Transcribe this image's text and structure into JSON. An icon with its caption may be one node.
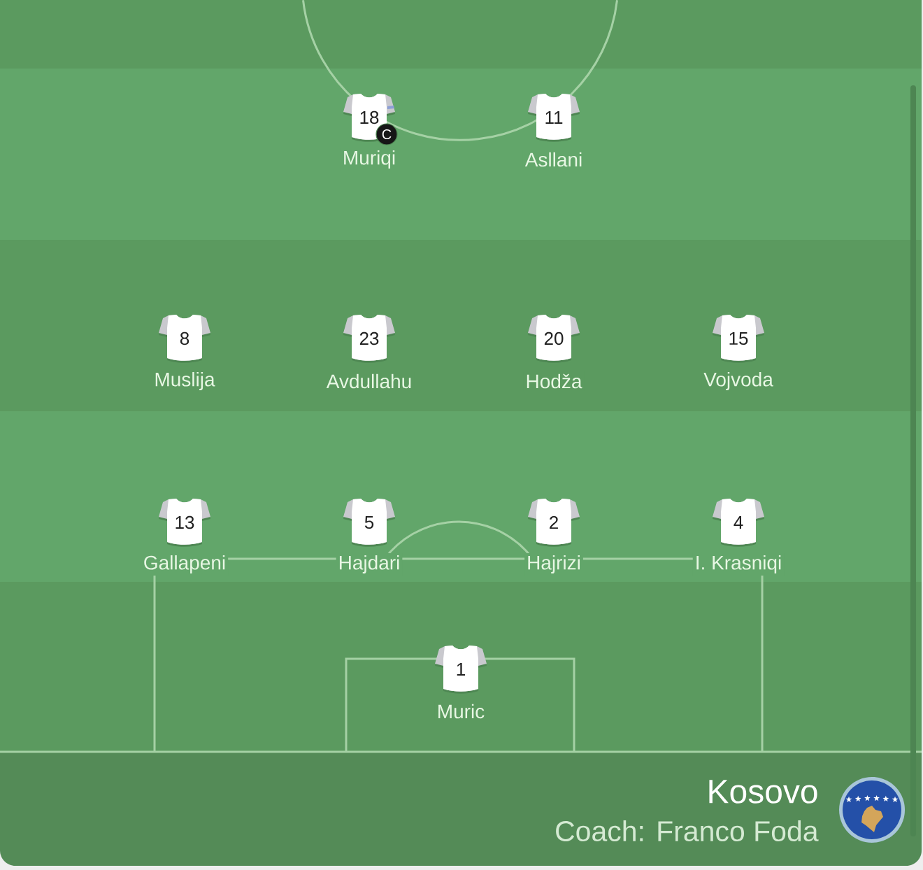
{
  "diagram": {
    "nodes": [
      {
        "text": [
          "18",
          "Muriqi"
        ]
      },
      {
        "text": [
          "C"
        ]
      },
      {
        "text": [
          "11",
          "Asllani"
        ]
      },
      {
        "text": [
          "8",
          "Muslija"
        ]
      },
      {
        "text": [
          "23",
          "Avdullahu"
        ]
      },
      {
        "text": [
          "20",
          "Hodža"
        ]
      },
      {
        "text": [
          "15",
          "Vojvoda"
        ]
      },
      {
        "text": [
          "13",
          "Gallapeni"
        ]
      },
      {
        "text": [
          "5",
          "Hajdari"
        ]
      },
      {
        "text": [
          "2",
          "Hajrizi"
        ]
      },
      {
        "text": [
          "4",
          "I. Krasniqi"
        ]
      },
      {
        "text": [
          "1",
          "Muric"
        ]
      }
    ],
    "labels": [
      "Kosovo",
      "Coach: Franco Foda"
    ]
  }
}
